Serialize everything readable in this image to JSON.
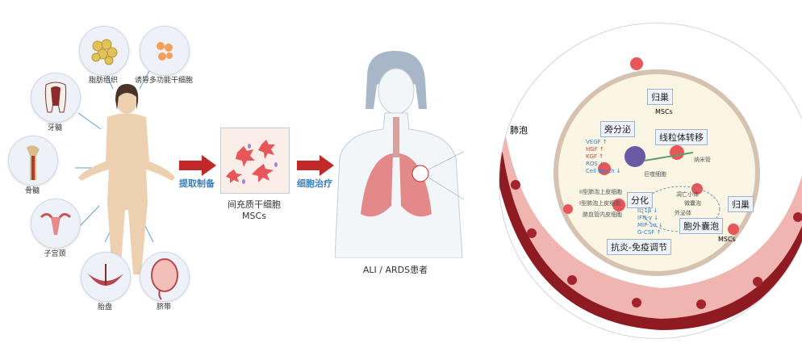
{
  "sources": [
    {
      "label": "脂肪组织",
      "icon": "adipose-tissue-icon"
    },
    {
      "label": "诱导多功能干细胞",
      "icon": "ipsc-icon"
    },
    {
      "label": "牙髓",
      "icon": "tooth-icon"
    },
    {
      "label": "骨髓",
      "icon": "bone-icon"
    },
    {
      "label": "子宫颈",
      "icon": "uterus-icon"
    },
    {
      "label": "胎盘",
      "icon": "placenta-icon"
    },
    {
      "label": "脐带",
      "icon": "umbilical-cord-icon"
    }
  ],
  "step1": {
    "label": "提取制备"
  },
  "msc": {
    "label_cn": "间充质干细胞",
    "label_en": "MSCs"
  },
  "step2": {
    "label": "细胞治疗"
  },
  "patient": {
    "label": "ALI / ARDS患者"
  },
  "detail": {
    "alveolus": "肺泡",
    "homing_top": "归巢",
    "msc_top": "MSCs",
    "paracrine": "旁分泌",
    "factors": [
      {
        "text": "VEGF ↑",
        "color": "#2f7fd0"
      },
      {
        "text": "HGF ↑",
        "color": "#d04040"
      },
      {
        "text": "KGF ↑",
        "color": "#d04040"
      },
      {
        "text": "ROS ↓",
        "color": "#2f7fd0"
      },
      {
        "text": "Cell death ↓",
        "color": "#2f7fd0"
      }
    ],
    "mito": "线粒体转移",
    "macrophage": "巨噬细胞",
    "nanotube": "纳米管",
    "differentiation": "分化",
    "diff_cells": [
      "II型肺泡上皮细胞",
      "I型肺泡上皮细胞",
      "肺血管内皮细胞"
    ],
    "ev": "胞外囊泡",
    "ev_types": [
      "凋亡小体",
      "微囊泡",
      "外泌体"
    ],
    "immune": "抗炎-免疫调节",
    "cytokines": [
      "IL-1β ↓",
      "IFN-γ ↓",
      "MIP-1α ↓",
      "G-CSF ↑"
    ],
    "homing_right": "归巢",
    "msc_right": "MSCs"
  },
  "colors": {
    "arrow": "#c0282a",
    "accent": "#3a7fc4",
    "vessel": "#8e1b22",
    "alveolus": "#fbf6e4"
  }
}
